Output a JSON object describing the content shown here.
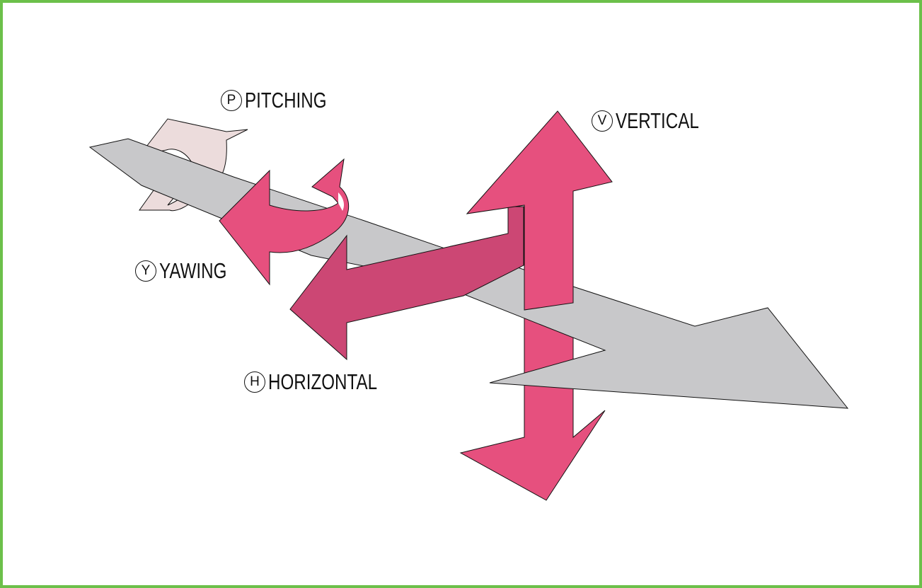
{
  "labels": {
    "pitching": {
      "letter": "P",
      "text": "PITCHING"
    },
    "vertical": {
      "letter": "V",
      "text": "VERTICAL"
    },
    "yawing": {
      "letter": "Y",
      "text": "YAWING"
    },
    "horizontal": {
      "letter": "H",
      "text": "HORIZONTAL"
    }
  },
  "colors": {
    "frame": "#6cc04a",
    "plane": "#c8c8ca",
    "arrow_pink": "#e6507e",
    "arrow_pink_dark": "#cc4774",
    "pitching_arrow": "#ecdcdc",
    "outline": "#111111"
  }
}
